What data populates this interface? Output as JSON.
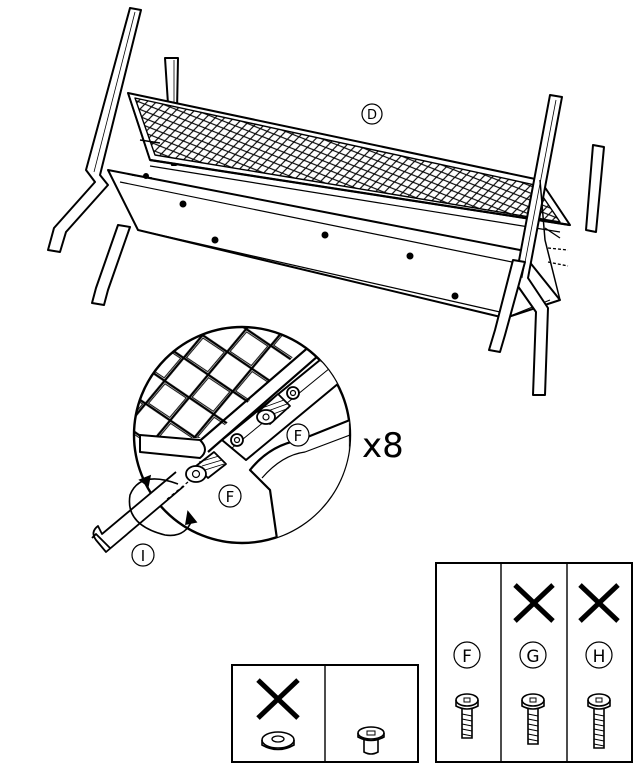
{
  "diagram": {
    "part_labels": {
      "bench": "D",
      "screw_upper": "F",
      "screw_lower": "F",
      "tool": "I"
    },
    "quantity": "x8",
    "parts_box_right": [
      {
        "label": "F",
        "excluded": false,
        "icon": "bolt-icon"
      },
      {
        "label": "G",
        "excluded": true,
        "icon": "bolt-icon"
      },
      {
        "label": "H",
        "excluded": true,
        "icon": "bolt-icon"
      }
    ],
    "parts_box_left": [
      {
        "excluded": true,
        "icon": "washer-icon"
      },
      {
        "excluded": false,
        "icon": "barrel-nut-icon"
      }
    ]
  }
}
